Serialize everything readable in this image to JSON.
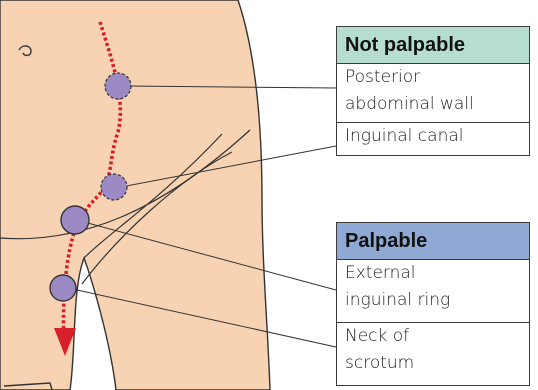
{
  "colors": {
    "skin": "#f7d3b3",
    "outline": "#333333",
    "path": "#d6202a",
    "testis_fill": "#9b8ac4",
    "not_palpable_header": "#b6ded0",
    "palpable_header": "#8fa9d4"
  },
  "groups": [
    {
      "id": "not-palpable",
      "title": "Not palpable",
      "items": [
        {
          "lines": [
            "Posterior",
            "abdominal wall"
          ]
        },
        {
          "lines": [
            "Inguinal canal"
          ]
        }
      ]
    },
    {
      "id": "palpable",
      "title": "Palpable",
      "items": [
        {
          "lines": [
            "External",
            "inguinal ring"
          ]
        },
        {
          "lines": [
            "Neck of",
            "scrotum"
          ]
        }
      ]
    }
  ]
}
